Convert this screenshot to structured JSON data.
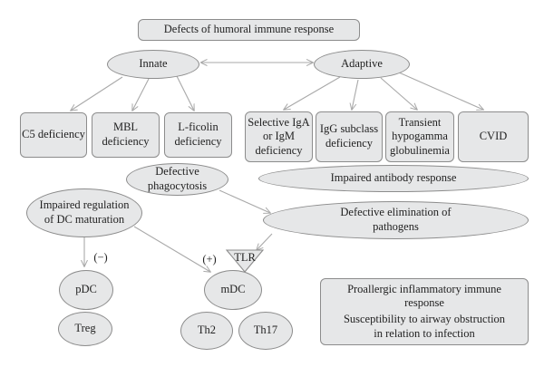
{
  "title": "Defects of humoral immune response",
  "innate": "Innate",
  "adaptive": "Adaptive",
  "innate_defects": [
    "C5 deficiency",
    "MBL deficiency",
    "L-ficolin deficiency"
  ],
  "adaptive_defects": [
    "Selective IgA or IgM deficiency",
    "IgG subclass deficiency",
    "Transient hypogamma globulinemia",
    "CVID"
  ],
  "defective_phagocytosis": "Defective phagocytosis",
  "impaired_antibody_response": "Impaired antibody response",
  "impaired_dc_regulation": "Impaired regulation of DC maturation",
  "defective_elimination": "Defective elimination of pathogens",
  "minus_sign": "(−)",
  "plus_sign": "(+)",
  "tlr": "TLR",
  "pdc": "pDC",
  "mdc": "mDC",
  "treg": "Treg",
  "th2": "Th2",
  "th17": "Th17",
  "outcome": {
    "line1": "Proallergic inflammatory immune response",
    "line2": "Susceptibility to airway obstruction in relation to infection"
  },
  "colors": {
    "node_fill": "#e6e7e8",
    "node_border": "#8c8c8c",
    "arrow": "#a9a9a9"
  }
}
